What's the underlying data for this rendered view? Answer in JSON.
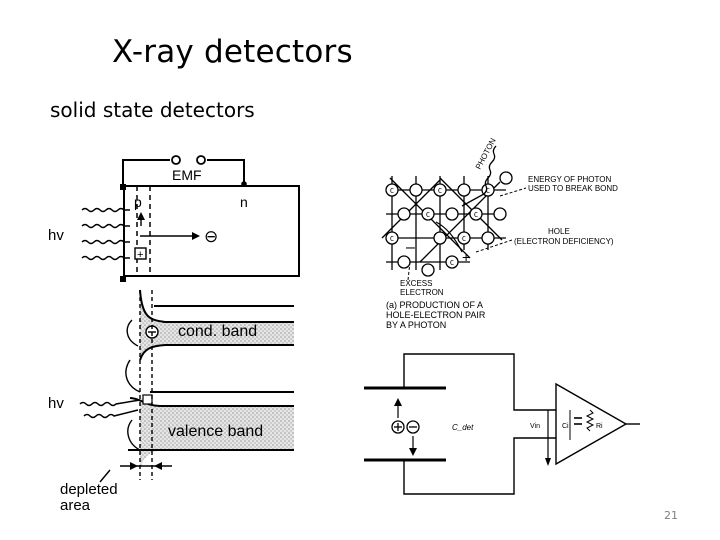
{
  "slide": {
    "title": "X-ray detectors",
    "subtitle": "solid state detectors",
    "page_number": "21"
  },
  "junction": {
    "emf": "EMF",
    "p": "p",
    "n": "n",
    "hv": "hv",
    "minus": "⊖",
    "plus": "+"
  },
  "bands": {
    "cond": "cond. band",
    "valence": "valence band",
    "hv": "hv",
    "depleted_1": "depleted",
    "depleted_2": "area"
  },
  "lattice": {
    "photon": "PHOTON",
    "energy_1": "ENERGY OF PHOTON",
    "energy_2": "USED TO BREAK BOND",
    "hole_1": "HOLE",
    "hole_2": "(ELECTRON DEFICIENCY)",
    "excess_1": "EXCESS",
    "excess_2": "ELECTRON",
    "caption_1": "(a) PRODUCTION OF A",
    "caption_2": "HOLE-ELECTRON PAIR",
    "caption_3": "BY A PHOTON",
    "atom": "C"
  },
  "circuit": {
    "cdet": "C_det",
    "vin": "Vin",
    "ci": "Ci",
    "ri": "Ri"
  },
  "colors": {
    "shade": "#cfcfcf",
    "grey_text": "#808080"
  }
}
